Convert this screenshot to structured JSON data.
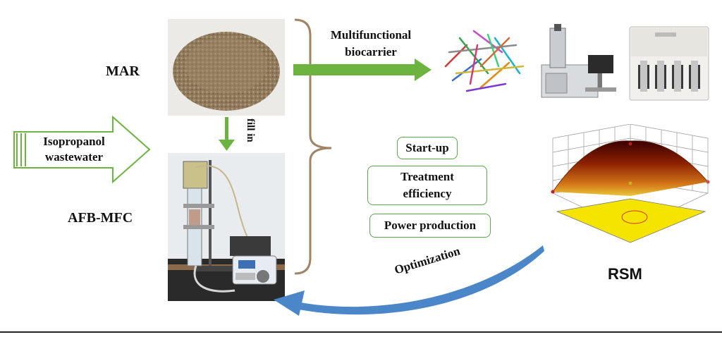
{
  "labels": {
    "mar": "MAR",
    "afb_mfc": "AFB-MFC",
    "fill_in": "fill in",
    "isopropanol_line1": "Isopropanol",
    "isopropanol_line2": "wastewater",
    "multifunctional_line1": "Multifunctional",
    "multifunctional_line2": "biocarrier",
    "optimization": "Optimization",
    "rsm": "RSM"
  },
  "boxes": {
    "startup": "Start-up",
    "treatment_line1": "Treatment",
    "treatment_line2": "efficiency",
    "power": "Power production"
  },
  "colors": {
    "green_arrow": "#6db33f",
    "box_border": "#5aa84a",
    "bracket": "#a08466",
    "blue_arrow": "#4a86c8",
    "surface_yellow": "#f5e400"
  }
}
